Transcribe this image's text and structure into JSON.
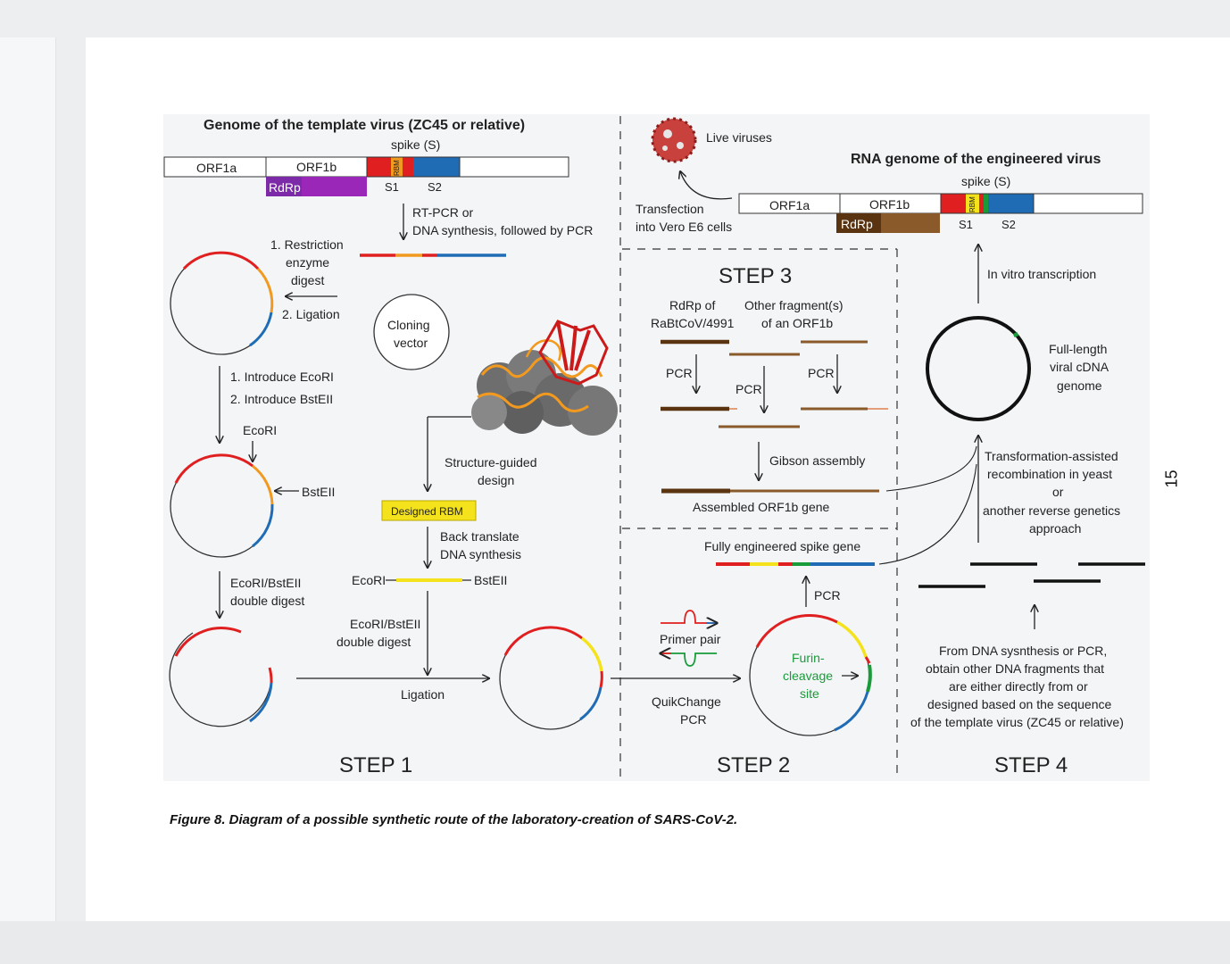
{
  "page": {
    "number": "15"
  },
  "caption": "Figure 8. Diagram of a possible synthetic route of the laboratory-creation of SARS-CoV-2.",
  "colors": {
    "red": "#e02020",
    "orange": "#f29a1f",
    "blue": "#1f6cb5",
    "yellow": "#f4e31c",
    "green": "#1a9b3a",
    "purple": "#9b27b8",
    "brown": "#8b5a2b",
    "dark_brown": "#5a3310"
  },
  "figure": {
    "template_title": "Genome of the template virus (ZC45 or relative)",
    "spike_label": "spike (S)",
    "orf1a": "ORF1a",
    "orf1b": "ORF1b",
    "rdrp": "RdRp",
    "rbm": "RBM",
    "s1": "S1",
    "s2": "S2",
    "rtpcr_line1": "RT-PCR or",
    "rtpcr_line2": "DNA synthesis, followed by PCR",
    "restriction_line1": "1. Restriction",
    "restriction_line2": "enzyme",
    "restriction_line3": "digest",
    "ligation_2": "2. Ligation",
    "cloning_line1": "Cloning",
    "cloning_line2": "vector",
    "introduce_ecori": "1. Introduce EcoRI",
    "introduce_bsteii": "2. Introduce BstEII",
    "ecori": "EcoRI",
    "bsteii": "BstEII",
    "structure_line1": "Structure-guided",
    "structure_line2": "design",
    "designed_rbm": "Designed RBM",
    "back_translate": "Back translate",
    "dna_synthesis": "DNA synthesis",
    "double_digest_line1": "EcoRI/BstEII",
    "double_digest_line2": "double digest",
    "ligation": "Ligation",
    "step1": "STEP 1",
    "live_viruses": "Live viruses",
    "transfection_line1": "Transfection",
    "transfection_line2": "into Vero E6 cells",
    "engineered_title": "RNA genome of the engineered virus",
    "step3": "STEP 3",
    "rdrp_of": "RdRp of",
    "rabtcov": "RaBtCoV/4991",
    "other_fragment": "Other fragment(s)",
    "of_orf1b": "of an ORF1b",
    "pcr": "PCR",
    "gibson": "Gibson assembly",
    "assembled": "Assembled ORF1b gene",
    "fully_engineered": "Fully engineered spike gene",
    "primer_pair": "Primer pair",
    "quikchange": "QuikChange",
    "furin_line1": "Furin-",
    "furin_line2": "cleavage",
    "furin_line3": "site",
    "step2": "STEP 2",
    "in_vitro": "In vitro transcription",
    "full_length_line1": "Full-length",
    "full_length_line2": "viral cDNA",
    "full_length_line3": "genome",
    "transformation_line1": "Transformation-assisted",
    "transformation_line2": "recombination in yeast",
    "transformation_line3": "or",
    "transformation_line4": "another reverse genetics",
    "transformation_line5": "approach",
    "from_dna_line1": "From DNA sysnthesis or PCR,",
    "from_dna_line2": "obtain other DNA fragments that",
    "from_dna_line3": "are either directly from or",
    "from_dna_line4": "designed based on the sequence",
    "from_dna_line5": "of the template virus (ZC45 or relative)",
    "step4": "STEP 4"
  }
}
